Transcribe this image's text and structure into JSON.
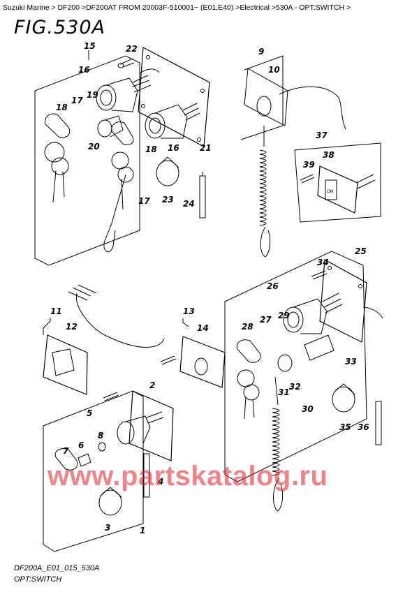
{
  "breadcrumb": [
    {
      "label": "Suzuki Marine"
    },
    {
      "label": "DF200"
    },
    {
      "label": "DF200AT FROM 20003F-510001~ (E01,E40)"
    },
    {
      "label": "Electrical"
    },
    {
      "label": "530A - OPT:SWITCH"
    }
  ],
  "figure_title": "FIG.530A",
  "callouts": [
    "1",
    "2",
    "3",
    "4",
    "5",
    "6",
    "7",
    "8",
    "9",
    "10",
    "11",
    "12",
    "13",
    "14",
    "15",
    "16",
    "17",
    "18",
    "19",
    "20",
    "21",
    "22",
    "23",
    "24",
    "25",
    "26",
    "27",
    "28",
    "29",
    "30",
    "31",
    "32",
    "33",
    "34",
    "35",
    "36",
    "37",
    "38",
    "39"
  ],
  "watermark": "www.partskatalog.ru",
  "footer": {
    "code": "DF200A_E01_015_530A",
    "name": "OPT:SWITCH"
  },
  "switch_text": {
    "on": "ON"
  }
}
